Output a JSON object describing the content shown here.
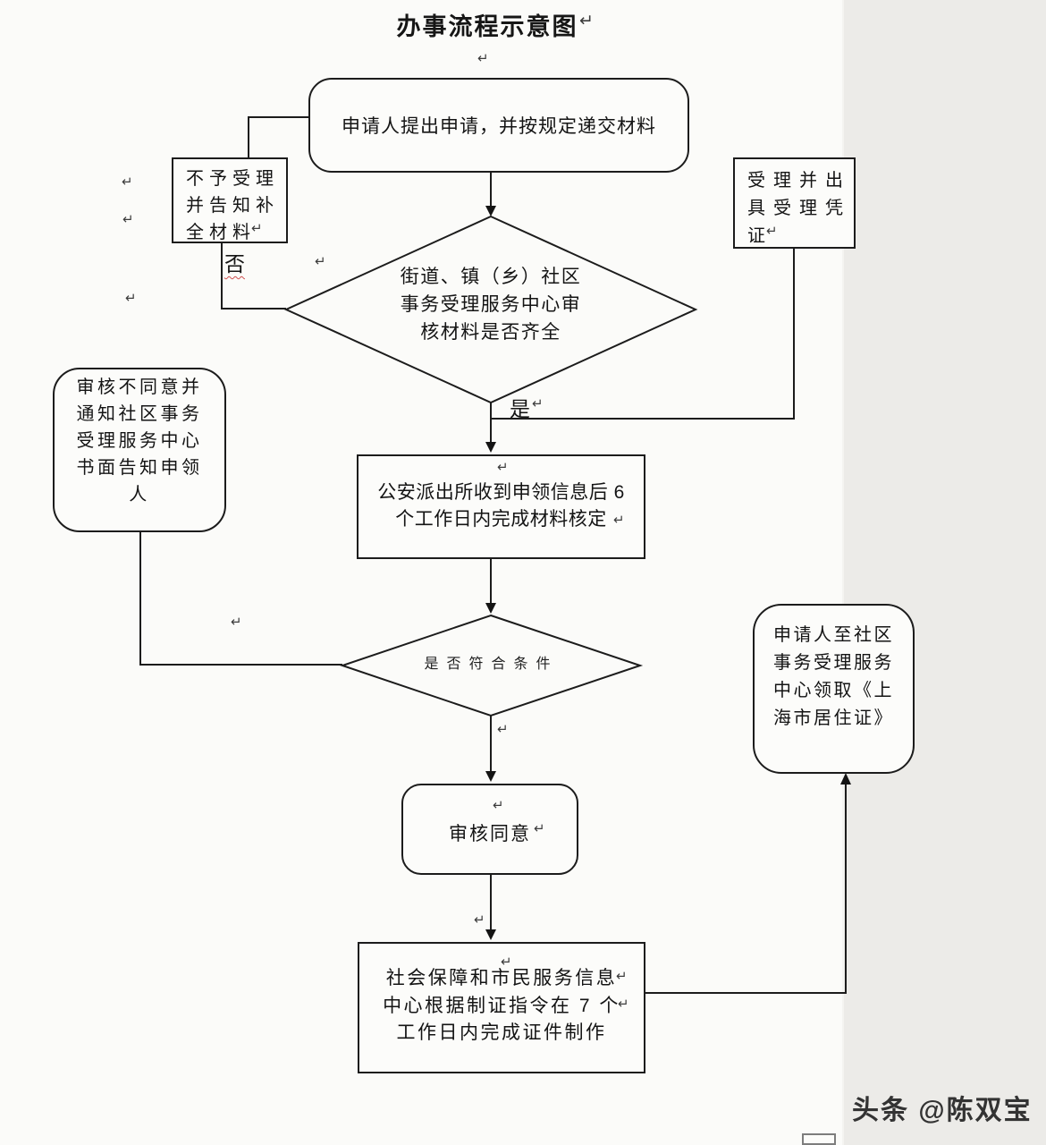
{
  "page": {
    "title": "办事流程示意图",
    "watermark": "头条 @陈双宝"
  },
  "glyphs": {
    "pilcrow": "↵"
  },
  "labels": {
    "yes": "是",
    "no": "否"
  },
  "nodes": {
    "start": {
      "shape": "rounded-rect",
      "text": "申请人提出申请，并按规定递交材料"
    },
    "reject": {
      "shape": "rect",
      "text": "不予受理\n并告知补\n全材料"
    },
    "receipt": {
      "shape": "rect",
      "text": "受理并出\n具受理凭\n证"
    },
    "check_materials": {
      "shape": "diamond",
      "text": "街道、镇（乡）社区\n事务受理服务中心审\n核材料是否齐全"
    },
    "police_review": {
      "shape": "rect",
      "text": "公安派出所收到申领信息后 6\n个工作日内完成材料核定"
    },
    "reject_review": {
      "shape": "rounded-rect",
      "text": "审核不同意并\n通知社区事务\n受理服务中心\n书面告知申领\n人"
    },
    "meets_conditions": {
      "shape": "diamond",
      "text": "是否符合条件"
    },
    "approved": {
      "shape": "rounded-rect",
      "text": "审核同意"
    },
    "card_production": {
      "shape": "rect",
      "text": "社会保障和市民服务信息\n中心根据制证指令在 7 个\n工作日内完成证件制作"
    },
    "collect_card": {
      "shape": "rounded-rect",
      "text": "申请人至社区\n事务受理服务\n中心领取《上\n海市居住证》"
    }
  }
}
